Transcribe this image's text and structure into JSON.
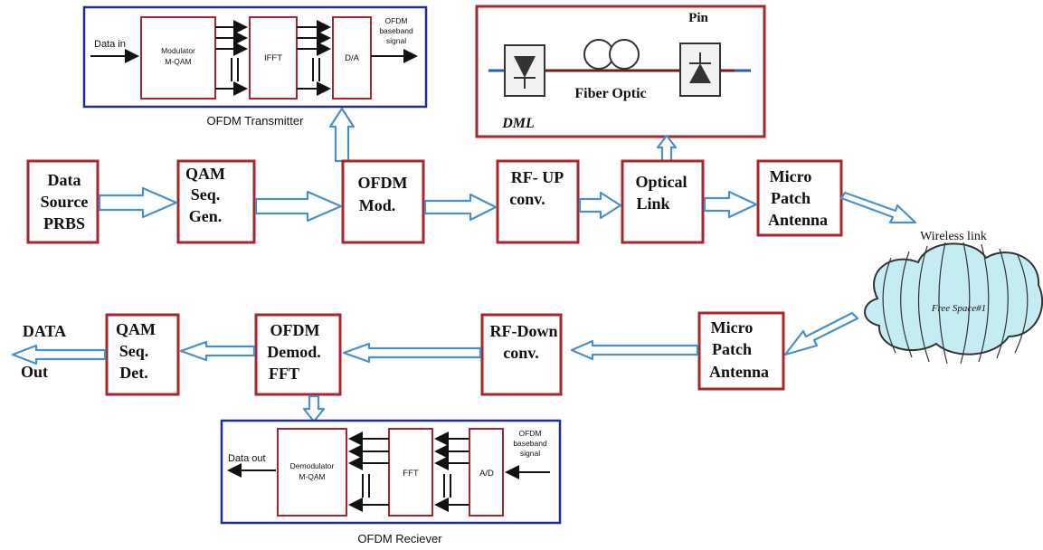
{
  "transmitter": {
    "caption": "OFDM Transmitter",
    "data_in": "Data in",
    "modulator": [
      "Modulator",
      "M-QAM"
    ],
    "ifft": "IFFT",
    "da": "D/A",
    "signal": [
      "OFDM",
      "baseband",
      "signal"
    ]
  },
  "optical_detail": {
    "pin": "Pin",
    "fiber": "Fiber Optic",
    "dml": "DML"
  },
  "chain_top": {
    "data_source": [
      "Data",
      "Source",
      "PRBS"
    ],
    "qam_gen": [
      "QAM",
      "Seq.",
      "Gen."
    ],
    "ofdm_mod": [
      "OFDM",
      "Mod."
    ],
    "rf_up": [
      "RF- UP",
      "conv."
    ],
    "optical_link": [
      "Optical",
      "Link"
    ],
    "antenna_tx": [
      "Micro",
      "Patch",
      "Antenna"
    ]
  },
  "wireless": {
    "label": "Wireless link",
    "cloud": "Free Space#1"
  },
  "chain_bottom": {
    "data_out": [
      "DATA",
      "Out"
    ],
    "qam_det": [
      "QAM",
      "Seq.",
      "Det."
    ],
    "ofdm_demod": [
      "OFDM",
      "Demod.",
      "FFT"
    ],
    "rf_down": [
      "RF-Down",
      "conv."
    ],
    "antenna_rx": [
      "Micro",
      "Patch",
      "Antenna"
    ]
  },
  "receiver": {
    "caption": "OFDM Reciever",
    "data_out": "Data out",
    "demodulator": [
      "Demodulator",
      "M-QAM"
    ],
    "fft": "FFT",
    "ad": "A/D",
    "signal": [
      "OFDM",
      "baseband",
      "signal"
    ]
  },
  "colors": {
    "block_border": "#a8262c",
    "frame_blue": "#1f2f8f",
    "arrow_blue": "#4a90c8",
    "cloud_fill": "#c6ecf3"
  }
}
